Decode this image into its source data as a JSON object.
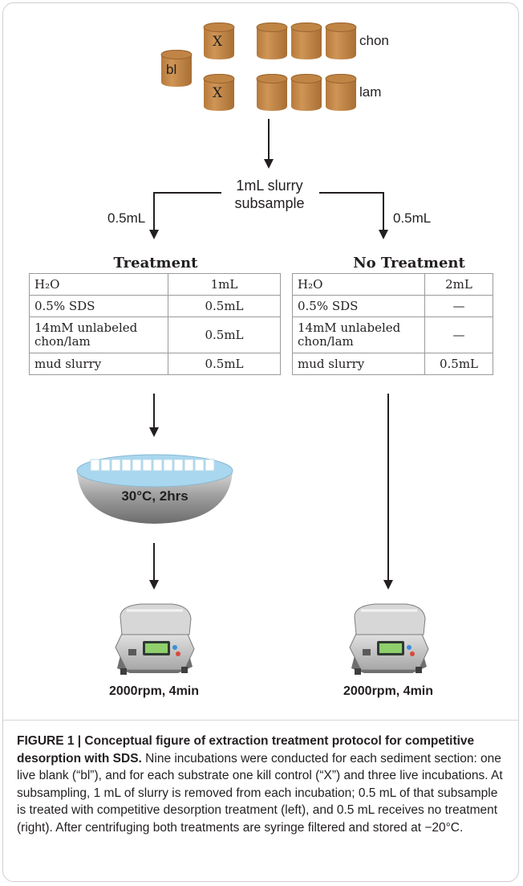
{
  "tubes": {
    "blank": "bl",
    "kill": "X",
    "row1_label": "chon",
    "row2_label": "lam"
  },
  "subsample": {
    "line1": "1mL slurry",
    "line2": "subsample"
  },
  "branch": {
    "left_volume": "0.5mL",
    "right_volume": "0.5mL"
  },
  "treatment": {
    "title": "Treatment",
    "rows": [
      {
        "reagent": "H₂O",
        "amount": "1mL"
      },
      {
        "reagent": "0.5% SDS",
        "amount": "0.5mL"
      },
      {
        "reagent": "14mM unlabeled chon/lam",
        "amount": "0.5mL"
      },
      {
        "reagent": "mud slurry",
        "amount": "0.5mL"
      }
    ]
  },
  "no_treatment": {
    "title": "No Treatment",
    "rows": [
      {
        "reagent": "H₂O",
        "amount": "2mL"
      },
      {
        "reagent": "0.5% SDS",
        "amount": "—"
      },
      {
        "reagent": "14mM unlabeled chon/lam",
        "amount": "—"
      },
      {
        "reagent": "mud slurry",
        "amount": "0.5mL"
      }
    ]
  },
  "water_bath": {
    "label": "30°C, 2hrs"
  },
  "centrifuge": {
    "left_label": "2000rpm, 4min",
    "right_label": "2000rpm, 4min"
  },
  "caption": {
    "figure_label": "FIGURE 1 | Conceptual figure of extraction treatment protocol for competitive desorption with SDS.",
    "text": " Nine incubations were conducted for each sediment section: one live blank (“bl”), and for each substrate one kill control (“X”) and three live incubations. At subsampling, 1 mL of slurry is removed from each incubation; 0.5 mL of that subsample is treated with competitive desorption treatment (left), and 0.5 mL receives no treatment (right). After centrifuging both treatments are syringe filtered and stored at −20°C."
  },
  "colors": {
    "tube": "#c58a4a",
    "tube_top": "#a9703a",
    "bath": "#a9d7ef",
    "bowl": "#8f8f8f"
  }
}
